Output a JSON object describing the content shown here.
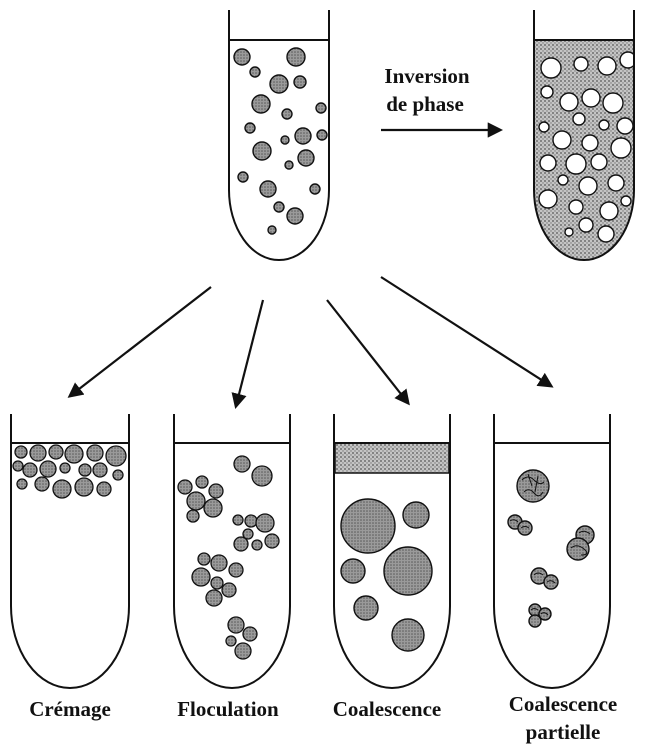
{
  "labels": {
    "inversion_line1": "Inversion",
    "inversion_line2": "de phase",
    "cremage": "Crémage",
    "floculation": "Floculation",
    "coalescence": "Coalescence",
    "coalescence_partielle_line1": "Coalescence",
    "coalescence_partielle_line2": "partielle"
  },
  "colors": {
    "line": "#111111",
    "droplet_fill": "#8f8f8f",
    "shaded_phase": "#b9b9b9",
    "background": "#ffffff"
  }
}
